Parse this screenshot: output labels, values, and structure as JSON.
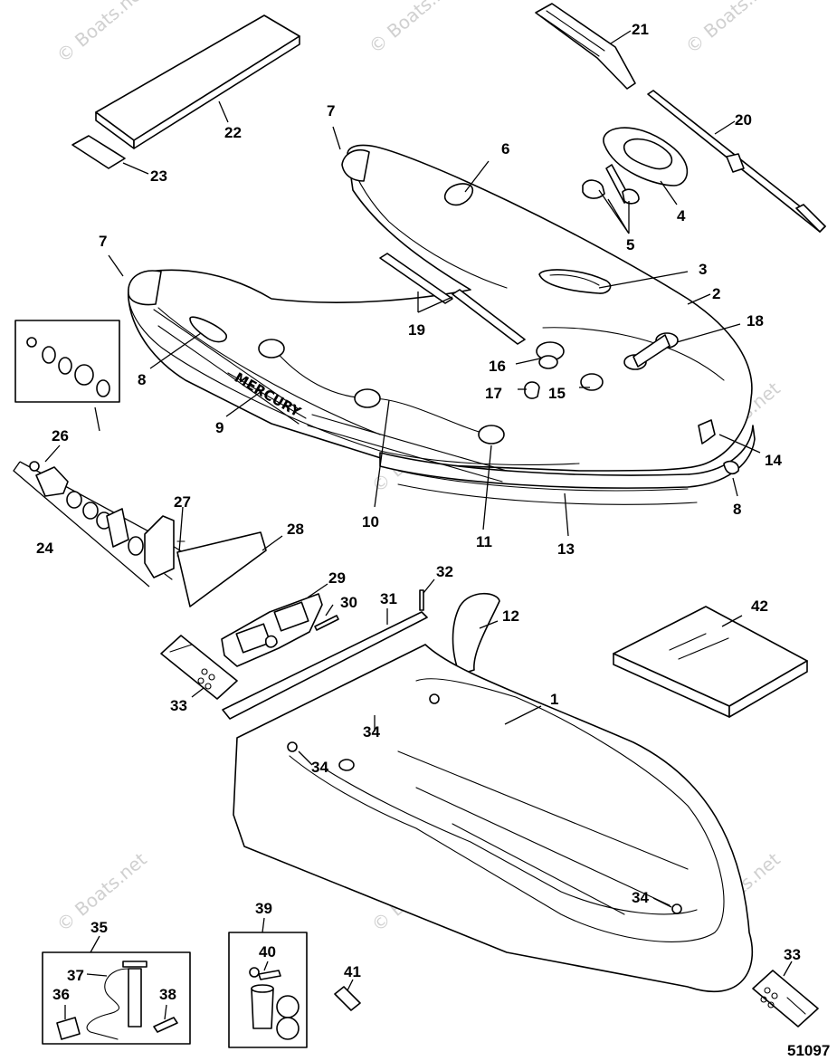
{
  "callouts": [
    {
      "id": "c21",
      "text": "21"
    },
    {
      "id": "c20",
      "text": "20"
    },
    {
      "id": "c22",
      "text": "22"
    },
    {
      "id": "c23",
      "text": "23"
    },
    {
      "id": "c7a",
      "text": "7"
    },
    {
      "id": "c6",
      "text": "6"
    },
    {
      "id": "c4",
      "text": "4"
    },
    {
      "id": "c5",
      "text": "5"
    },
    {
      "id": "c7b",
      "text": "7"
    },
    {
      "id": "c3",
      "text": "3"
    },
    {
      "id": "c2",
      "text": "2"
    },
    {
      "id": "c18",
      "text": "18"
    },
    {
      "id": "c19",
      "text": "19"
    },
    {
      "id": "c16",
      "text": "16"
    },
    {
      "id": "c17",
      "text": "17"
    },
    {
      "id": "c15",
      "text": "15"
    },
    {
      "id": "c8a",
      "text": "8"
    },
    {
      "id": "c9",
      "text": "9"
    },
    {
      "id": "c14",
      "text": "14"
    },
    {
      "id": "c26",
      "text": "26"
    },
    {
      "id": "c8b",
      "text": "8"
    },
    {
      "id": "c10",
      "text": "10"
    },
    {
      "id": "c11",
      "text": "11"
    },
    {
      "id": "c13",
      "text": "13"
    },
    {
      "id": "c27",
      "text": "27"
    },
    {
      "id": "c28",
      "text": "28"
    },
    {
      "id": "c24",
      "text": "24"
    },
    {
      "id": "c32",
      "text": "32"
    },
    {
      "id": "c29",
      "text": "29"
    },
    {
      "id": "c31",
      "text": "31"
    },
    {
      "id": "c30",
      "text": "30"
    },
    {
      "id": "c12",
      "text": "12"
    },
    {
      "id": "c42",
      "text": "42"
    },
    {
      "id": "c33a",
      "text": "33"
    },
    {
      "id": "c1",
      "text": "1"
    },
    {
      "id": "c34a",
      "text": "34"
    },
    {
      "id": "c34b",
      "text": "34"
    },
    {
      "id": "c34c",
      "text": "34"
    },
    {
      "id": "c39",
      "text": "39"
    },
    {
      "id": "c35",
      "text": "35"
    },
    {
      "id": "c33b",
      "text": "33"
    },
    {
      "id": "c40",
      "text": "40"
    },
    {
      "id": "c37",
      "text": "37"
    },
    {
      "id": "c41",
      "text": "41"
    },
    {
      "id": "c36",
      "text": "36"
    },
    {
      "id": "c38",
      "text": "38"
    }
  ],
  "brand_text": "MERCURY",
  "watermark": "© Boats.net",
  "figure_number": "51097",
  "colors": {
    "line": "#000000",
    "background": "#ffffff",
    "watermark": "#d0d0d0"
  }
}
